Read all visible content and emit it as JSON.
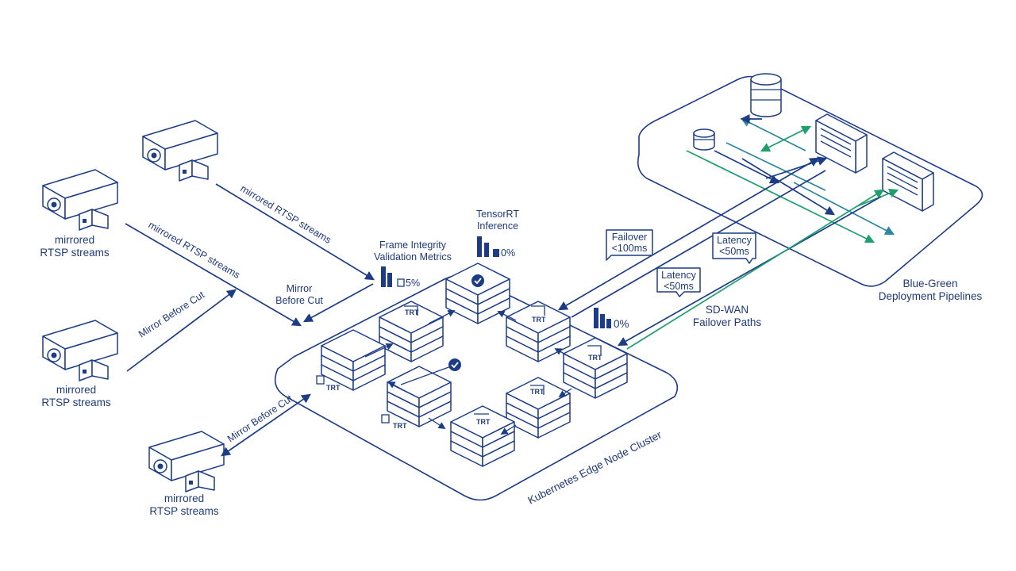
{
  "labels": {
    "camera_1": [
      "mirrored",
      "RTSP streams"
    ],
    "camera_2": [
      "mirrored",
      "RTSP streams"
    ],
    "camera_3": [
      "mirrored",
      "RTSP streams"
    ],
    "stream_arrow_1": "mirrored RTSP streams",
    "stream_arrow_2": "mirrored RTSP streams",
    "mirror_cut_1": "Mirror Before Cut",
    "mirror_cut_2": "Mirror Before Cut",
    "mirror_before_cut": [
      "Mirror",
      "Before Cut"
    ],
    "frame_integrity": [
      "Frame Integrity",
      "Validation Metrics"
    ],
    "frame_integrity_metric": "5%",
    "tensorrt": [
      "TensorRT",
      "Inference"
    ],
    "tensorrt_metric": "0%",
    "sdwan_metric": "0%",
    "cluster": "Kubernetes Edge Node Cluster",
    "sdwan": [
      "SD-WAN",
      "Failover Paths"
    ],
    "bluegreen": [
      "Blue-Green",
      "Deployment Pipelines"
    ],
    "failover": [
      "Failover",
      "<100ms"
    ],
    "latency_1": [
      "Latency",
      "<50ms"
    ],
    "latency_2": [
      "Latency",
      "<50ms"
    ],
    "trt": "TRT"
  },
  "colors": {
    "navy": "#1c3d86",
    "green": "#1f9e6e",
    "teal": "#2b86a0"
  },
  "icons": [
    "security-camera-icon",
    "server-node-icon",
    "check-icon",
    "bar-metric-icon",
    "database-icon",
    "rack-server-icon",
    "trt-chip-icon"
  ]
}
